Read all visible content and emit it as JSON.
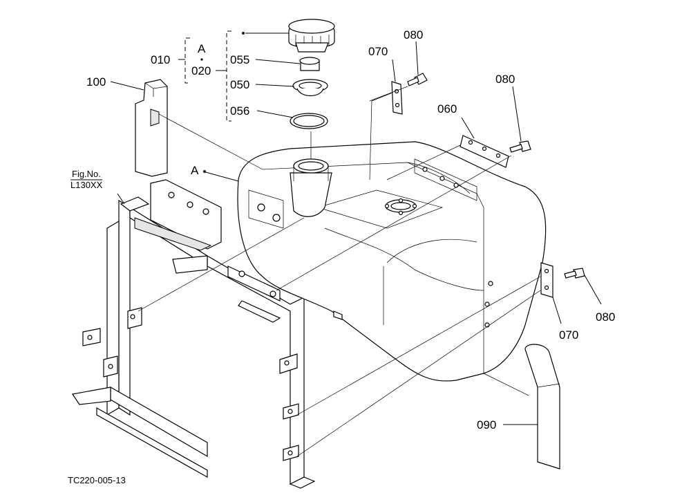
{
  "labels": {
    "p010": "010",
    "pA_top": "A",
    "p020": "020",
    "p055": "055",
    "p050": "050",
    "p056": "056",
    "p100": "100",
    "p070_top": "070",
    "p080_top": "080",
    "p080_mid": "080",
    "p060": "060",
    "pA_tank": "A",
    "fig_no": "Fig.No.",
    "fig_ref": "L130XX",
    "p070_right": "070",
    "p080_right": "080",
    "p090": "090",
    "drawing_code": "TC220-005-13"
  }
}
